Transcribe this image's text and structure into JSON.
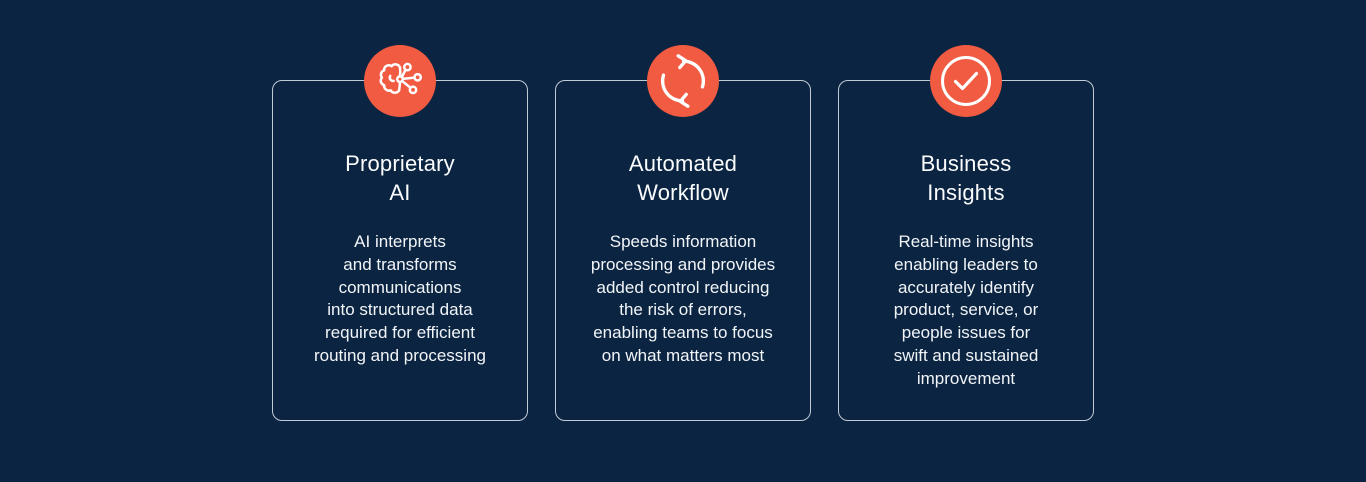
{
  "theme": {
    "background_color": "#0B2441",
    "accent_color": "#F15B42",
    "card_border_color": "#C0CBD6",
    "text_color": "#FFFFFF"
  },
  "cards": [
    {
      "icon": "ai-brain-icon",
      "title": "Proprietary\nAI",
      "body": "AI interprets\nand transforms\ncommunications\ninto structured data\nrequired for efficient\nrouting and processing"
    },
    {
      "icon": "sync-arrows-icon",
      "title": "Automated\nWorkflow",
      "body": "Speeds information\nprocessing and provides\nadded control reducing\nthe risk of errors,\nenabling teams to focus\non what matters most"
    },
    {
      "icon": "checkmark-circle-icon",
      "title": "Business\nInsights",
      "body": "Real-time insights\nenabling leaders to\naccurately identify\nproduct, service, or\npeople issues for\nswift and sustained\nimprovement"
    }
  ]
}
